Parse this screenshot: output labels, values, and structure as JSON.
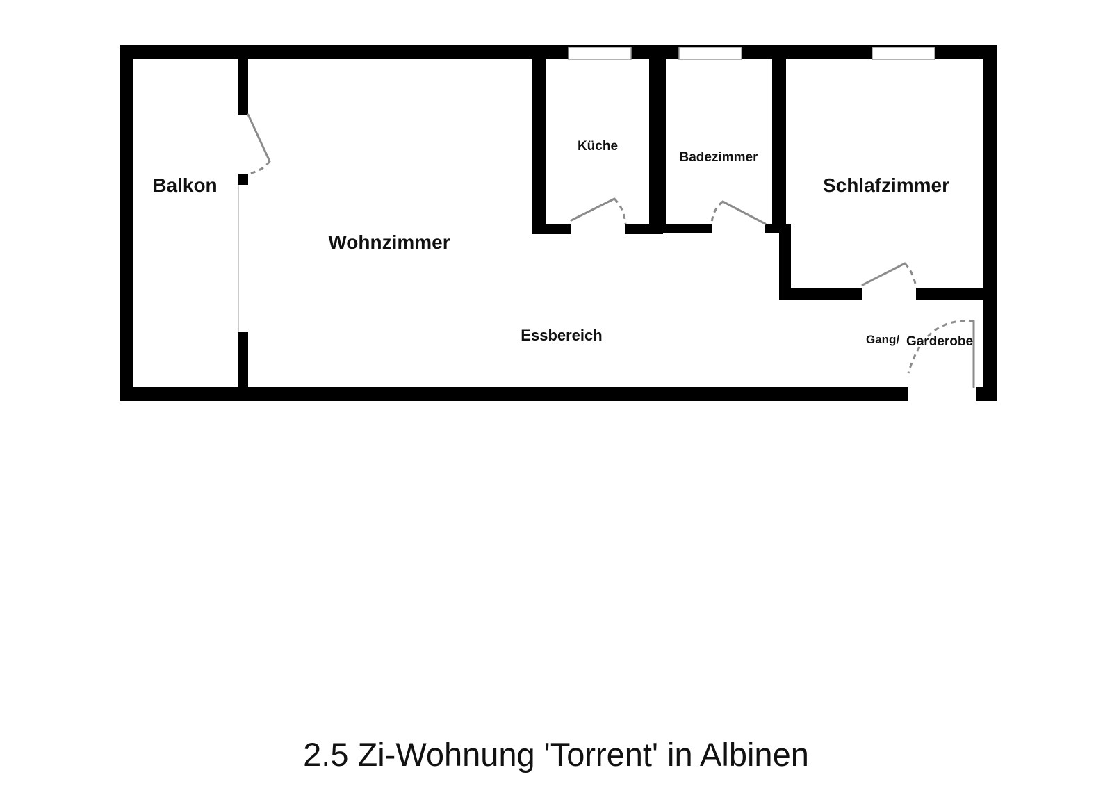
{
  "plan": {
    "title": "2.5 Zi-Wohnung 'Torrent' in Albinen",
    "rooms": {
      "balkon": "Balkon",
      "wohnzimmer": "Wohnzimmer",
      "kueche": "Küche",
      "badezimmer": "Badezimmer",
      "schlafzimmer": "Schlafzimmer",
      "essbereich": "Essbereich",
      "gang": "Gang/",
      "garderobe": "Garderobe"
    },
    "colors": {
      "wall": "#000000",
      "door": "#8c8c8c",
      "background": "#ffffff"
    }
  }
}
